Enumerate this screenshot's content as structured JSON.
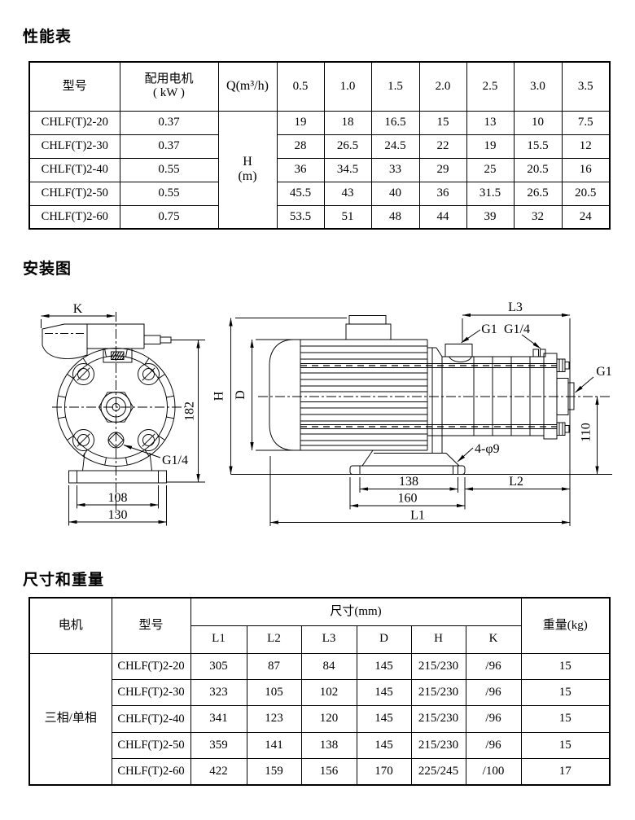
{
  "sections": {
    "performance_title": "性能表",
    "installation_title": "安装图",
    "dimensions_title": "尺寸和重量"
  },
  "performance_table": {
    "col_model": "型号",
    "col_motor_line1": "配用电机",
    "col_motor_line2": "( kW )",
    "col_q": "Q(m³/h)",
    "flow_headers": [
      "0.5",
      "1.0",
      "1.5",
      "2.0",
      "2.5",
      "3.0",
      "3.5"
    ],
    "head_label_line1": "H",
    "head_label_line2": "(m)",
    "rows": [
      {
        "model": "CHLF(T)2-20",
        "kw": "0.37",
        "values": [
          "19",
          "18",
          "16.5",
          "15",
          "13",
          "10",
          "7.5"
        ]
      },
      {
        "model": "CHLF(T)2-30",
        "kw": "0.37",
        "values": [
          "28",
          "26.5",
          "24.5",
          "22",
          "19",
          "15.5",
          "12"
        ]
      },
      {
        "model": "CHLF(T)2-40",
        "kw": "0.55",
        "values": [
          "36",
          "34.5",
          "33",
          "29",
          "25",
          "20.5",
          "16"
        ]
      },
      {
        "model": "CHLF(T)2-50",
        "kw": "0.55",
        "values": [
          "45.5",
          "43",
          "40",
          "36",
          "31.5",
          "26.5",
          "20.5"
        ]
      },
      {
        "model": "CHLF(T)2-60",
        "kw": "0.75",
        "values": [
          "53.5",
          "51",
          "48",
          "44",
          "39",
          "32",
          "24"
        ]
      }
    ]
  },
  "diagram": {
    "labels": {
      "k": "K",
      "dim182": "182",
      "g14_front": "G1/4",
      "dim108": "108",
      "dim130": "130",
      "h": "H",
      "d": "D",
      "l3": "L3",
      "g1_inlet": "G1",
      "g14_top": "G1/4",
      "g1_outlet": "G1",
      "dim110": "110",
      "holes": "4-φ9",
      "dim138": "138",
      "dim160": "160",
      "l2": "L2",
      "l1": "L1"
    }
  },
  "size_table": {
    "col_motor": "电机",
    "col_model": "型号",
    "col_size": "尺寸(mm)",
    "col_weight": "重量(kg)",
    "size_cols": [
      "L1",
      "L2",
      "L3",
      "D",
      "H",
      "K"
    ],
    "motor_type": "三相/单相",
    "rows": [
      {
        "model": "CHLF(T)2-20",
        "l1": "305",
        "l2": "87",
        "l3": "84",
        "d": "145",
        "h": "215/230",
        "k": "/96",
        "weight": "15"
      },
      {
        "model": "CHLF(T)2-30",
        "l1": "323",
        "l2": "105",
        "l3": "102",
        "d": "145",
        "h": "215/230",
        "k": "/96",
        "weight": "15"
      },
      {
        "model": "CHLF(T)2-40",
        "l1": "341",
        "l2": "123",
        "l3": "120",
        "d": "145",
        "h": "215/230",
        "k": "/96",
        "weight": "15"
      },
      {
        "model": "CHLF(T)2-50",
        "l1": "359",
        "l2": "141",
        "l3": "138",
        "d": "145",
        "h": "215/230",
        "k": "/96",
        "weight": "15"
      },
      {
        "model": "CHLF(T)2-60",
        "l1": "422",
        "l2": "159",
        "l3": "156",
        "d": "170",
        "h": "225/245",
        "k": "/100",
        "weight": "17"
      }
    ]
  }
}
